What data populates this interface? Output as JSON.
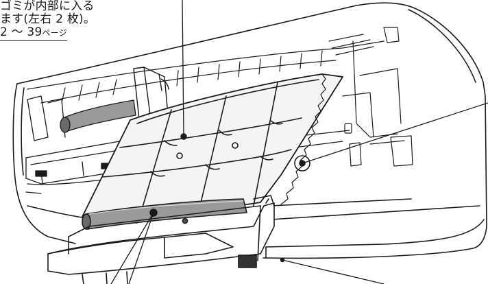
{
  "caption": {
    "line1": "ゴミが内部に入る",
    "line2": "ます(左右 2 枚)。",
    "page_ref_num": "2 ～ 39",
    "page_ref_suffix": "ページ"
  },
  "colors": {
    "line": "#1a1a1a",
    "gray_part": "#9a9a9a",
    "dark_gray": "#555555",
    "background": "#ffffff"
  }
}
